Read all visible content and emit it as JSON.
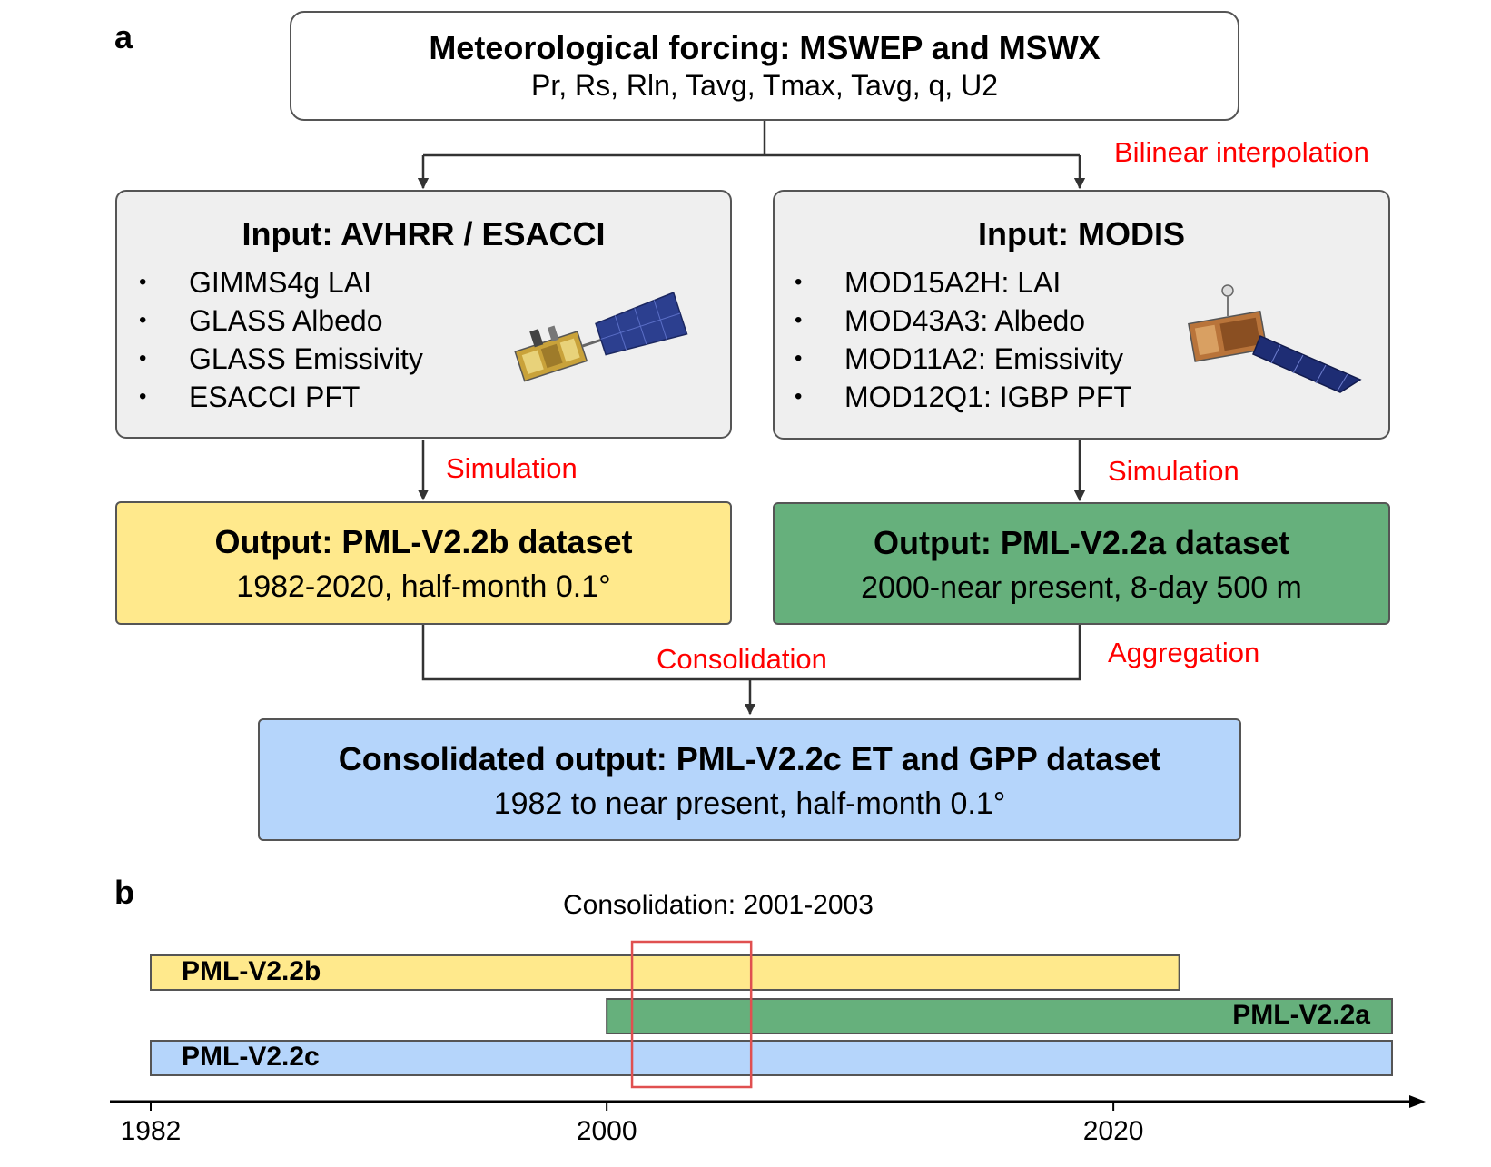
{
  "panels": {
    "a": "a",
    "b": "b"
  },
  "forcing": {
    "title": "Meteorological forcing: MSWEP and MSWX",
    "variables": "Pr, Rs, Rln, Tavg, Tmax, Tavg, q, U2"
  },
  "labels": {
    "bilinear": "Bilinear interpolation",
    "simulation_left": "Simulation",
    "simulation_right": "Simulation",
    "consolidation": "Consolidation",
    "aggregation": "Aggregation"
  },
  "input_avhrr": {
    "title": "Input: AVHRR / ESACCI",
    "bullet": "•",
    "items": [
      "GIMMS4g  LAI",
      "GLASS Albedo",
      "GLASS Emissivity",
      "ESACCI PFT"
    ]
  },
  "input_modis": {
    "title": "Input: MODIS",
    "bullet": "•",
    "items": [
      "MOD15A2H: LAI",
      "MOD43A3: Albedo",
      "MOD11A2: Emissivity",
      "MOD12Q1: IGBP PFT"
    ]
  },
  "output_b": {
    "title": "Output: PML-V2.2b dataset",
    "sub": "1982-2020, half-month 0.1°"
  },
  "output_a": {
    "title": "Output: PML-V2.2a dataset",
    "sub": "2000-near present, 8-day 500 m"
  },
  "consolidated": {
    "title": "Consolidated output: PML-V2.2c ET and GPP dataset",
    "sub": "1982 to near present, half-month 0.1°"
  },
  "timeline": {
    "title": "Consolidation: 2001-2003",
    "axis_start": 1982,
    "axis_end": 2031,
    "ticks": [
      1982,
      2000,
      2020
    ],
    "consolidation_window": [
      2001,
      2005.7
    ],
    "bars": [
      {
        "name": "PML-V2.2b",
        "start": 1982,
        "end": 2022.6,
        "color": "#ffe98c",
        "label_side": "left"
      },
      {
        "name": "PML-V2.2a",
        "start": 2000,
        "end": 2031,
        "color": "#66b07c",
        "label_side": "right"
      },
      {
        "name": "PML-V2.2c",
        "start": 1982,
        "end": 2031,
        "color": "#b5d5fb",
        "label_side": "left"
      }
    ]
  },
  "colors": {
    "gray_box": "#efefef",
    "yellow": "#ffe98c",
    "green": "#66b07c",
    "blue": "#b5d5fb",
    "label_red": "#ff0000",
    "window_red": "#e05050"
  }
}
